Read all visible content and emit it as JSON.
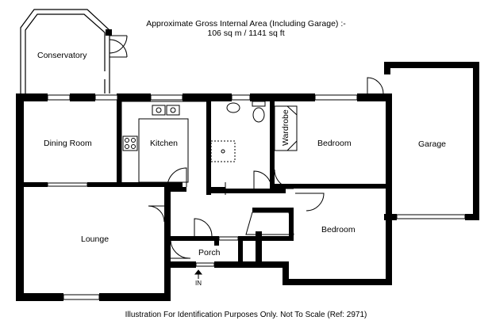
{
  "header": {
    "line1": "Approximate Gross Internal Area (Including Garage) :-",
    "line2": "106 sq m / 1141 sq ft"
  },
  "rooms": {
    "conservatory": "Conservatory",
    "dining_room": "Dining Room",
    "kitchen": "Kitchen",
    "wardrobe": "Wardrobe",
    "bedroom_1": "Bedroom",
    "garage": "Garage",
    "lounge": "Lounge",
    "bedroom_2": "Bedroom",
    "porch": "Porch"
  },
  "entrance_label": "IN",
  "footer": "Illustration For Identification Purposes Only. Not To Scale (Ref: 2971)"
}
